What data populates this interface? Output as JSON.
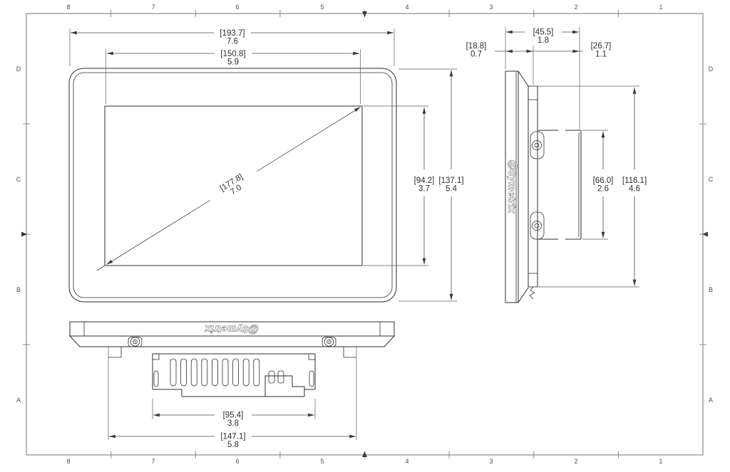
{
  "border": {
    "columns": [
      "8",
      "7",
      "6",
      "5",
      "4",
      "3",
      "2",
      "1"
    ],
    "rows": [
      "D",
      "C",
      "B",
      "A"
    ]
  },
  "brand": {
    "mark": "Ⓢ",
    "name": "Symetrix"
  },
  "front_view": {
    "dims": {
      "outer_width": {
        "mm": "[193.7]",
        "inch": "7.6"
      },
      "screen_width": {
        "mm": "[150.8]",
        "inch": "5.9"
      },
      "screen_diagonal": {
        "mm": "[177.8]",
        "inch": "7.0"
      },
      "screen_height": {
        "mm": "[94.2]",
        "inch": "3.7"
      },
      "outer_height": {
        "mm": "[137.1]",
        "inch": "5.4"
      }
    }
  },
  "side_view": {
    "dims": {
      "total_depth": {
        "mm": "[45.5]",
        "inch": "1.8"
      },
      "front_depth": {
        "mm": "[18.8]",
        "inch": "0.7"
      },
      "rear_depth": {
        "mm": "[26.7]",
        "inch": "1.1"
      },
      "rear_box_height": {
        "mm": "[66.0]",
        "inch": "2.6"
      },
      "mount_plate_height": {
        "mm": "[116.1]",
        "inch": "4.6"
      }
    }
  },
  "bottom_view": {
    "dims": {
      "rear_box_width": {
        "mm": "[95.4]",
        "inch": "3.8"
      },
      "mount_plate_width": {
        "mm": "[147.1]",
        "inch": "5.8"
      }
    }
  }
}
